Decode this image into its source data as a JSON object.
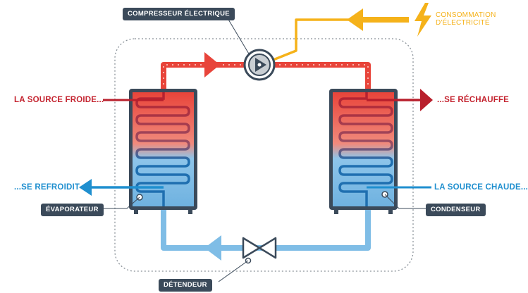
{
  "labels": {
    "compressor": "COMPRESSEUR ÉLECTRIQUE",
    "power_line1": "CONSOMMATION",
    "power_line2": "D'ÉLECTRICITÉ",
    "cold_source": "LA SOURCE FROIDE...",
    "cools": "...SE REFROIDIT",
    "evaporator": "ÉVAPORATEUR",
    "heats": "...SE RÉCHAUFFE",
    "hot_source": "LA SOURCE CHAUDE...",
    "condenser": "CONDENSEUR",
    "expansion_valve": "DÉTENDEUR"
  },
  "colors": {
    "hot": "#e8443a",
    "hot_dark": "#c4232f",
    "cold": "#7fbde6",
    "cold_dark": "#1f8fcf",
    "electric": "#f5b21a",
    "tag_bg": "#3b4a5a",
    "unit_frame": "#3b4a5a"
  },
  "icons": {
    "compressor": "compressor-play-icon",
    "power": "lightning-bolt-icon",
    "valve": "expansion-valve-icon"
  }
}
